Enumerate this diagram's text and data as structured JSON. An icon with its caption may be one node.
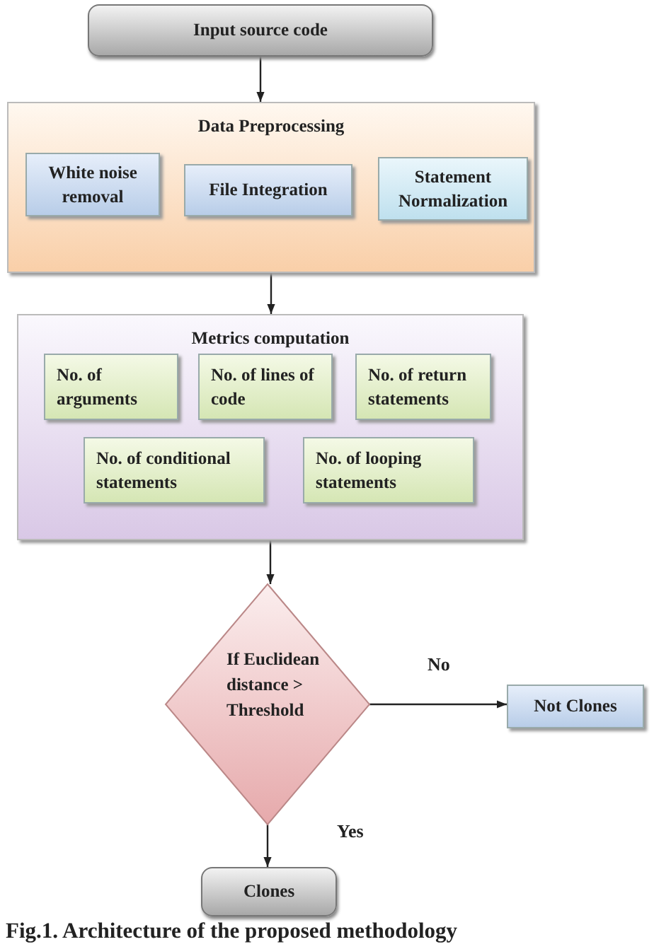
{
  "diagram": {
    "caption": "Fig.1. Architecture of the proposed methodology",
    "nodes": [
      {
        "text": [
          "Input source code"
        ]
      },
      {
        "text": [
          "Data Preprocessing"
        ]
      },
      {
        "text": [
          "White noise removal"
        ],
        "in": 1
      },
      {
        "text": [
          "File Integration"
        ],
        "in": 1
      },
      {
        "text": [
          "Statement Normalization"
        ],
        "in": 1
      },
      {
        "text": [
          "Metrics computation"
        ]
      },
      {
        "text": [
          "No. of arguments"
        ],
        "in": 5
      },
      {
        "text": [
          "No. of lines of code"
        ],
        "in": 5
      },
      {
        "text": [
          "No. of return statements"
        ],
        "in": 5
      },
      {
        "text": [
          "No. of conditional statements"
        ],
        "in": 5
      },
      {
        "text": [
          "No. of looping statements"
        ],
        "in": 5
      },
      {
        "text": [
          "If Euclidean distance > Threshold"
        ]
      },
      {
        "text": [
          "Not Clones"
        ]
      },
      {
        "text": [
          "Clones"
        ]
      }
    ],
    "edges": [
      {
        "from": 0,
        "to": 1,
        "arrow": "to"
      },
      {
        "from": 1,
        "to": 5,
        "arrow": "to"
      },
      {
        "from": 5,
        "to": 11,
        "arrow": "to"
      },
      {
        "from": 11,
        "to": 12,
        "label": "No",
        "arrow": "to"
      },
      {
        "from": 11,
        "to": 13,
        "label": "Yes",
        "arrow": "to"
      }
    ]
  }
}
